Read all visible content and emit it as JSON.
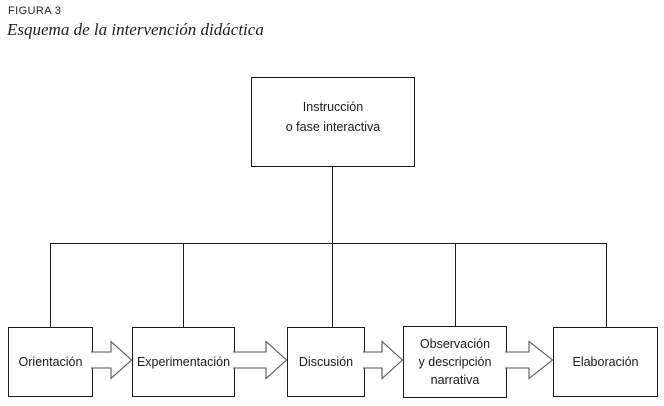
{
  "figure": {
    "label": "FIGURA 3",
    "title": "Esquema de la intervención didáctica"
  },
  "diagram": {
    "root": {
      "label": "Instrucción\no fase interactiva"
    },
    "steps": [
      {
        "label": "Orientación"
      },
      {
        "label": "Experimentación"
      },
      {
        "label": "Discusión"
      },
      {
        "label": "Observación\ny descripción\nnarrativa"
      },
      {
        "label": "Elaboración"
      }
    ],
    "connector_icon": "block-arrow-right",
    "colors": {
      "background": "#ffffff",
      "line": "#1a1a1a",
      "arrow_outline": "#555555",
      "text": "#1a1a1a"
    }
  }
}
